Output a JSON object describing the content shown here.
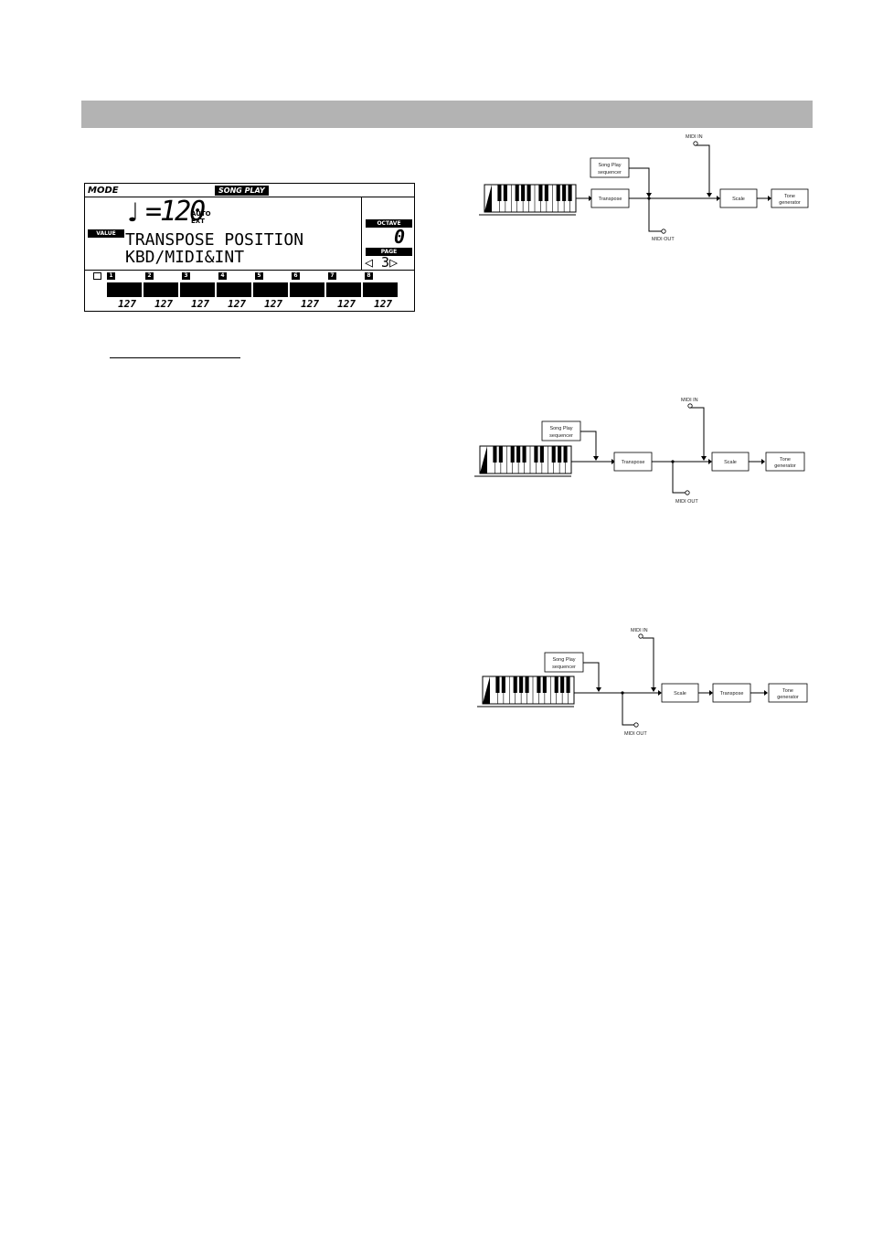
{
  "lcd": {
    "mode_label": "MODE",
    "mode_name": "SONG PLAY",
    "note_glyph": "♩",
    "tempo": "=120",
    "tempo_auto": "AUTO",
    "tempo_ext": "EXT",
    "value_label": "VALUE",
    "line1": "TRANSPOSE POSITION",
    "line2": "KBD/MIDI&INT",
    "octave_label": "OCTAVE",
    "octave_value": "0",
    "page_label": "PAGE",
    "page_value": "◁ 3▷",
    "channels": [
      {
        "num": "1",
        "value": "127"
      },
      {
        "num": "2",
        "value": "127"
      },
      {
        "num": "3",
        "value": "127"
      },
      {
        "num": "4",
        "value": "127"
      },
      {
        "num": "5",
        "value": "127"
      },
      {
        "num": "6",
        "value": "127"
      },
      {
        "num": "7",
        "value": "127"
      },
      {
        "num": "8",
        "value": "127"
      }
    ]
  },
  "labels": {
    "song_play_1": "Song Play",
    "song_play_2": "sequencer",
    "transpose": "Transpose",
    "scale": "Scale",
    "tone_1": "Tone",
    "tone_2": "generator",
    "midi_in": "MIDI IN",
    "midi_out": "MIDI OUT"
  }
}
